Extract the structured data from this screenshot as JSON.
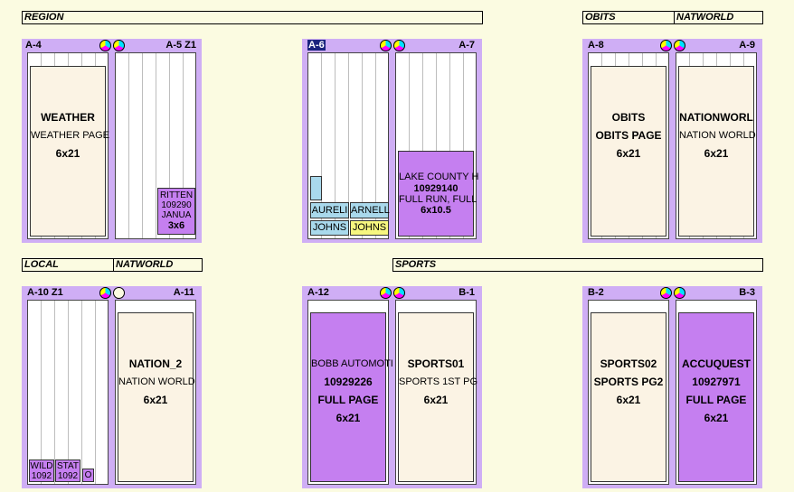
{
  "sections": {
    "region": "REGION",
    "obits": "OBITS",
    "natworld_top": "NATWORLD",
    "local": "LOCAL",
    "natworld_mid": "NATWORLD",
    "sports": "SPORTS"
  },
  "pages": {
    "a4": {
      "label": "A-4",
      "ad": {
        "l1": "WEATHER",
        "l2": "WEATHER PAGE",
        "l3": "6x21"
      }
    },
    "a5": {
      "label": "A-5 Z1",
      "ad": {
        "l1": "RITTEN",
        "l2": "109290",
        "l3": "JANUA",
        "l4": "3x6"
      }
    },
    "a6": {
      "label": "A-6",
      "ads": [
        "AURELI",
        "ARNELL",
        "JOHNS",
        "JOHNS"
      ]
    },
    "a7": {
      "label": "A-7",
      "ad": {
        "l1": "LAKE COUNTY H",
        "l2": "10929140",
        "l3": "FULL RUN, FULL",
        "l4": "6x10.5"
      }
    },
    "a8": {
      "label": "A-8",
      "ad": {
        "l1": "OBITS",
        "l2": "OBITS PAGE",
        "l3": "6x21"
      }
    },
    "a9": {
      "label": "A-9",
      "ad": {
        "l1": "NATIONWORL",
        "l2": "NATION WORLD",
        "l3": "6x21"
      }
    },
    "a10": {
      "label": "A-10 Z1",
      "ads": [
        {
          "l1": "WILD",
          "l2": "1092"
        },
        {
          "l1": "STAT",
          "l2": "1092"
        },
        {
          "l1": "O"
        }
      ]
    },
    "a11": {
      "label": "A-11",
      "ad": {
        "l1": "NATION_2",
        "l2": "NATION WORLD",
        "l3": "6x21"
      }
    },
    "a12": {
      "label": "A-12",
      "ad": {
        "l1": "BOBB AUTOMOTI",
        "l2": "10929226",
        "l3": "FULL PAGE",
        "l4": "6x21"
      }
    },
    "b1": {
      "label": "B-1",
      "ad": {
        "l1": "SPORTS01",
        "l2": "SPORTS 1ST PG",
        "l3": "6x21"
      }
    },
    "b2": {
      "label": "B-2",
      "ad": {
        "l1": "SPORTS02",
        "l2": "SPORTS PG2",
        "l3": "6x21"
      }
    },
    "b3": {
      "label": "B-3",
      "ad": {
        "l1": "ACCUQUEST",
        "l2": "10927971",
        "l3": "FULL PAGE",
        "l4": "6x21"
      }
    }
  },
  "colors": {
    "background": "#fbfbe1",
    "spread": "#cfaef5",
    "editorial": "#fbf3e4",
    "paid_ad": "#c57ff0",
    "blue_ad": "#a9d9ec",
    "yellow_ad": "#f7f77f"
  },
  "icons": {
    "color_indicator": "color-wheel-icon",
    "no_color_indicator": "empty-circle-icon"
  }
}
